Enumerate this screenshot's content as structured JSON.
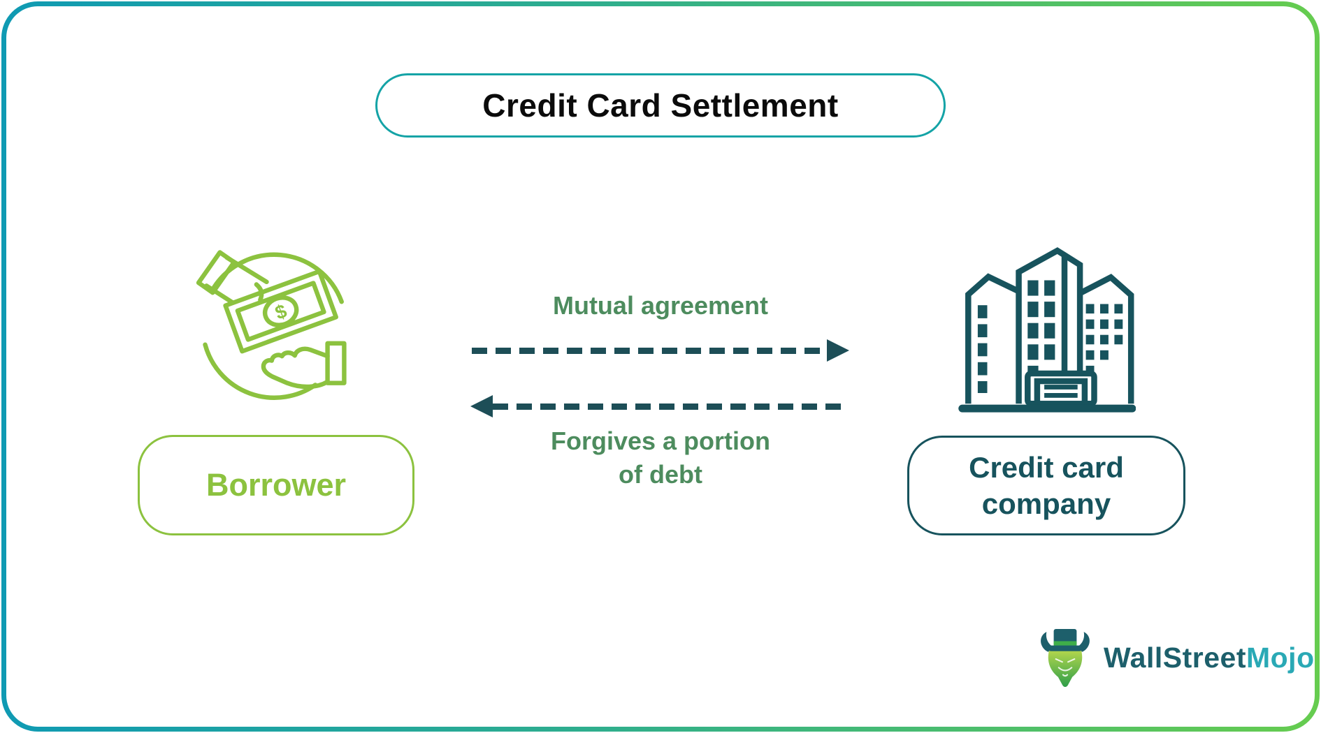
{
  "title": {
    "text": "Credit Card Settlement"
  },
  "entities": {
    "borrower": {
      "label": "Borrower"
    },
    "company": {
      "label": "Credit card company"
    }
  },
  "arrows": {
    "top": {
      "label": "Mutual agreement",
      "direction": "right"
    },
    "bottom": {
      "label": "Forgives a portion of debt",
      "direction": "left"
    }
  },
  "icons": {
    "borrower_icon": "hand-giving-money",
    "company_icon": "office-buildings",
    "logo_icon": "bull-with-top-hat",
    "dollar_symbol": "$"
  },
  "logo": {
    "primary": "WallStreet",
    "accent": "Mojo"
  },
  "colors": {
    "frame_gradient_left": "#0f9ab3",
    "frame_gradient_right": "#66cc4f",
    "title_border": "#14a3a6",
    "title_text": "#0b0b0b",
    "light_green": "#8cc23f",
    "medium_green": "#4d8c5e",
    "dark_teal": "#17535d",
    "arrow_teal": "#1d4e57",
    "logo_primary": "#1d5f6b",
    "logo_accent": "#2aa9b5"
  }
}
